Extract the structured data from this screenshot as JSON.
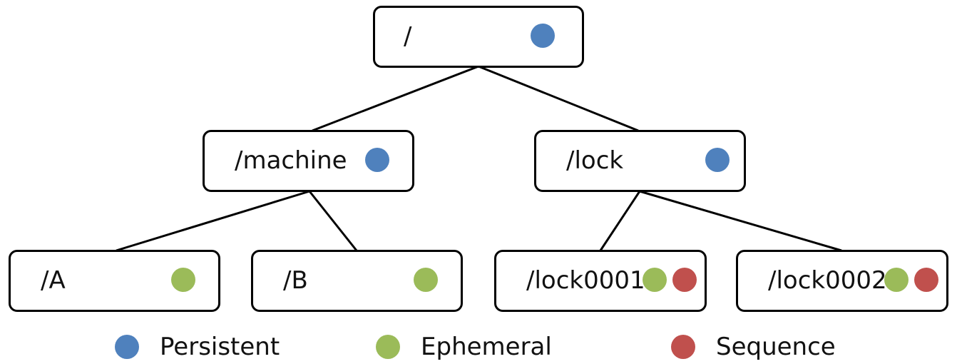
{
  "colors": {
    "persistent": "#4f81bd",
    "ephemeral": "#9bbb59",
    "sequence": "#c0504d"
  },
  "tree": {
    "root": {
      "label": "/",
      "node_types": [
        "persistent"
      ]
    },
    "machine": {
      "label": "/machine",
      "node_types": [
        "persistent"
      ]
    },
    "lock": {
      "label": "/lock",
      "node_types": [
        "persistent"
      ]
    },
    "a": {
      "label": "/A",
      "node_types": [
        "ephemeral"
      ]
    },
    "b": {
      "label": "/B",
      "node_types": [
        "ephemeral"
      ]
    },
    "lock0001": {
      "label": "/lock0001",
      "node_types": [
        "ephemeral",
        "sequence"
      ]
    },
    "lock0002": {
      "label": "/lock0002",
      "node_types": [
        "ephemeral",
        "sequence"
      ]
    }
  },
  "edges": [
    [
      "root",
      "machine"
    ],
    [
      "root",
      "lock"
    ],
    [
      "machine",
      "a"
    ],
    [
      "machine",
      "b"
    ],
    [
      "lock",
      "lock0001"
    ],
    [
      "lock",
      "lock0002"
    ]
  ],
  "legend": [
    {
      "key": "persistent",
      "label": "Persistent"
    },
    {
      "key": "ephemeral",
      "label": "Ephemeral"
    },
    {
      "key": "sequence",
      "label": "Sequence"
    }
  ]
}
